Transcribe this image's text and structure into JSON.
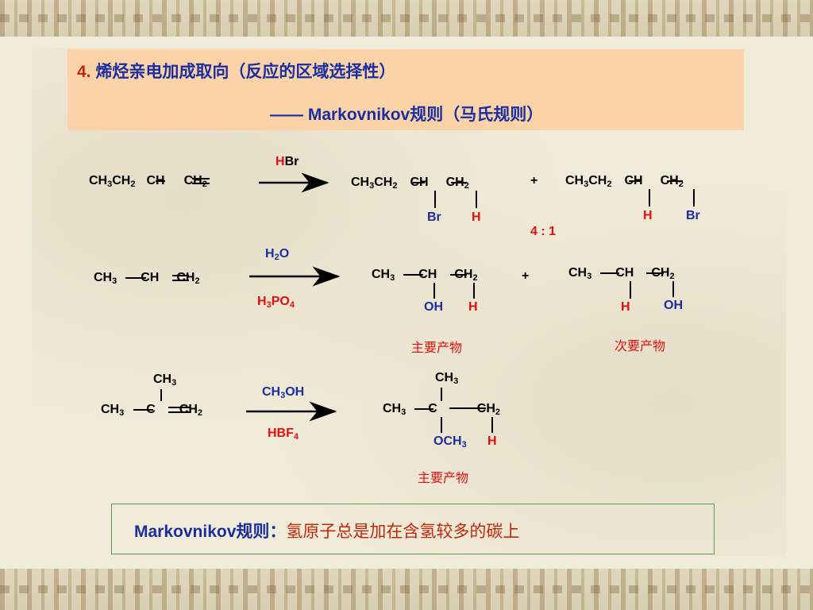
{
  "title": {
    "number": "4.",
    "heading": "烯烃亲电加成取向（反应的区域选择性）",
    "subtitle": "—— Markovnikov规则（马氏规则）"
  },
  "reaction1": {
    "reactant": [
      "CH",
      "3",
      "CH",
      "2",
      "CH",
      "CH",
      "2"
    ],
    "reagent_h": "H",
    "reagent_rest": "Br",
    "product1_top": [
      "CH",
      "3",
      "CH",
      "2",
      "CH",
      "CH",
      "2"
    ],
    "product1_sub_left": "Br",
    "product1_sub_right": "H",
    "plus": "+",
    "product2_sub_left": "H",
    "product2_sub_right": "Br",
    "ratio": "4 : 1"
  },
  "reaction2": {
    "reagent_top": [
      "H",
      "2",
      "O"
    ],
    "reagent_bottom": [
      "H",
      "3",
      "PO",
      "4"
    ],
    "product1_sub_left": "OH",
    "product1_sub_right": "H",
    "plus": "+",
    "product2_sub_left": "H",
    "product2_sub_right": "OH",
    "major_label": "主要产物",
    "minor_label": "次要产物"
  },
  "reaction3": {
    "reagent_top": [
      "CH",
      "3",
      "OH"
    ],
    "reagent_bottom": [
      "HBF",
      "4"
    ],
    "product_sub_left": [
      "OCH",
      "3"
    ],
    "product_sub_right": "H",
    "major_label": "主要产物"
  },
  "rule": {
    "name": "Markovnikov规则：",
    "statement": "氢原子总是加在含氢较多的碳上"
  }
}
